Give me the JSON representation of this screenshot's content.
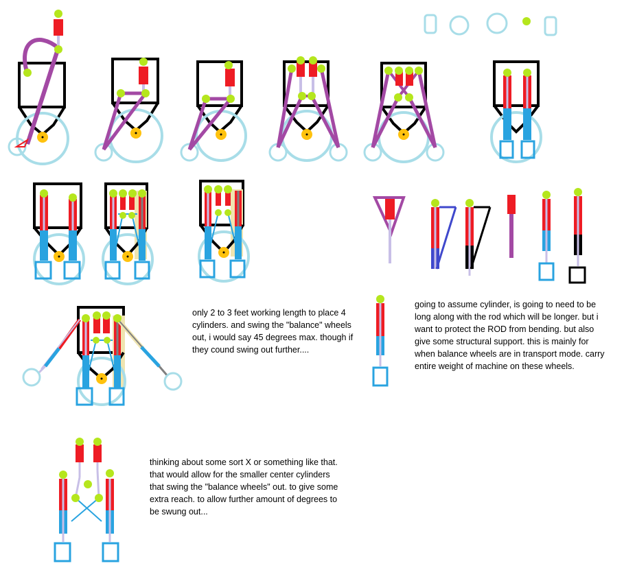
{
  "notes": {
    "note1": "only 2 to 3 feet working length to place 4 cylinders. and swing the \"balance\" wheels out, i would say 45 degrees max.    though if they cound swing out further....",
    "note2": "going to assume cylinder, is going to  need to be long along with the rod which will be longer. but i want to protect the ROD from bending. but also give some structural support.  this is mainly for when balance wheels are in transport mode. carry entire weight of  machine on these wheels.",
    "note3": "thinking about some sort X or something like that. that would allow for the smaller center cylinders that swing the \"balance wheels\" out. to give some extra reach. to allow further amount of degrees to be swung out..."
  },
  "colors": {
    "frame": "#000000",
    "wheel": "#a8dde8",
    "wheel_blue": "#29a3e0",
    "cylinder_red": "#ee1c24",
    "rod_blue": "#29a3e0",
    "pivot_green": "#b5e61d",
    "hub_orange": "#ffc20e",
    "arm_purple": "#a349a4",
    "rod_lavender": "#c8bfe7",
    "tan_guide": "#efe4b0",
    "gray_rod": "#7f7f7f",
    "dark_blue": "#3f48cc"
  }
}
